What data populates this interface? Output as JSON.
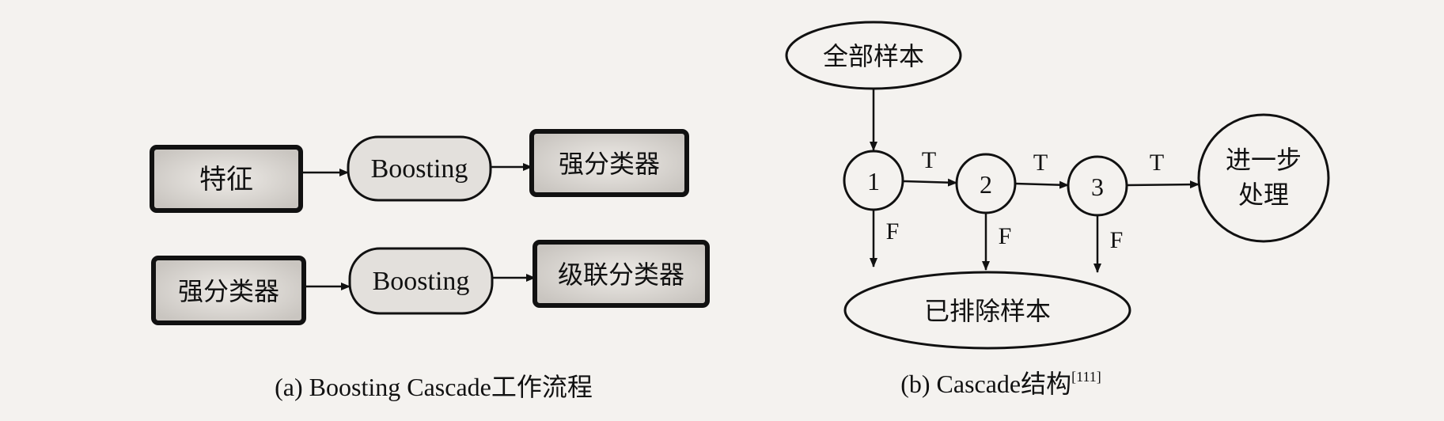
{
  "part_a": {
    "row1": {
      "input": "特征",
      "process": "Boosting",
      "output": "强分类器"
    },
    "row2": {
      "input": "强分类器",
      "process": "Boosting",
      "output": "级联分类器"
    },
    "caption": "(a) Boosting Cascade工作流程"
  },
  "part_b": {
    "start": "全部样本",
    "stages": [
      "1",
      "2",
      "3"
    ],
    "true_label": "T",
    "false_label": "F",
    "further": [
      "进一步",
      "处理"
    ],
    "rejected": "已排除样本",
    "caption_main": "(b) Cascade结构",
    "caption_ref": "[111]"
  },
  "colors": {
    "ink": "#111111",
    "dark_box_fill": "#d9d6d2",
    "paper": "#f4f2ef"
  }
}
